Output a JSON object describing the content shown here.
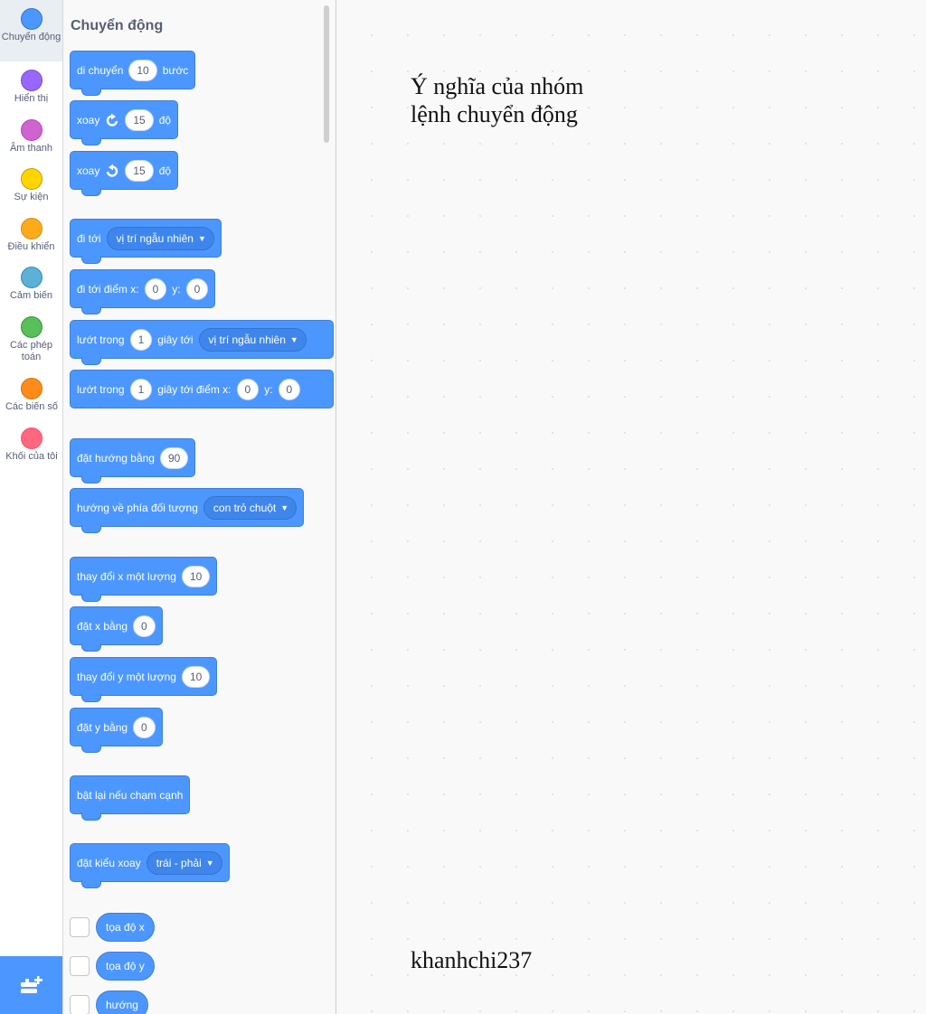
{
  "categories": [
    {
      "label": "Chuyển động",
      "color": "#4c97ff",
      "border": "#3373cc",
      "icon": "motion-category-icon"
    },
    {
      "label": "Hiển thị",
      "color": "#9966ff",
      "border": "#774dcb",
      "icon": "looks-category-icon"
    },
    {
      "label": "Âm thanh",
      "color": "#cf63cf",
      "border": "#bd42bd",
      "icon": "sound-category-icon"
    },
    {
      "label": "Sự kiện",
      "color": "#ffd500",
      "border": "#cc9900",
      "icon": "events-category-icon"
    },
    {
      "label": "Điều khiển",
      "color": "#ffab19",
      "border": "#cf8b17",
      "icon": "control-category-icon"
    },
    {
      "label": "Cảm biến",
      "color": "#5cb1d6",
      "border": "#2e8eb8",
      "icon": "sensing-category-icon"
    },
    {
      "label": "Các phép toán",
      "color": "#59c059",
      "border": "#389438",
      "icon": "operators-category-icon"
    },
    {
      "label": "Các biến số",
      "color": "#ff8c1a",
      "border": "#db6e00",
      "icon": "variables-category-icon"
    },
    {
      "label": "Khối của tôi",
      "color": "#ff6680",
      "border": "#ff4d6a",
      "icon": "my-blocks-category-icon"
    }
  ],
  "extension_button_icon": "add-extension-icon",
  "palette": {
    "title": "Chuyển động",
    "move": {
      "label": "di chuyển",
      "value": "10",
      "suffix": "bước"
    },
    "turn_right": {
      "label": "xoay",
      "icon": "rotate-clockwise-icon",
      "value": "15",
      "suffix": "độ"
    },
    "turn_left": {
      "label": "xoay",
      "icon": "rotate-counterclockwise-icon",
      "value": "15",
      "suffix": "độ"
    },
    "goto": {
      "label": "đi tới",
      "option": "vị trí ngẫu nhiên"
    },
    "goto_xy": {
      "label": "đi tới điểm x:",
      "x": "0",
      "ylabel": "y:",
      "y": "0"
    },
    "glide": {
      "label": "lướt trong",
      "secs": "1",
      "mid": "giây tới",
      "option": "vị trí ngẫu nhiên"
    },
    "glide_xy": {
      "label": "lướt trong",
      "secs": "1",
      "mid": "giây tới điểm x:",
      "x": "0",
      "ylabel": "y:",
      "y": "0"
    },
    "point_dir": {
      "label": "đặt hướng bằng",
      "value": "90"
    },
    "point_towards": {
      "label": "hướng về phía đối tượng",
      "option": "con trỏ chuột"
    },
    "change_x": {
      "label": "thay đổi x một lượng",
      "value": "10"
    },
    "set_x": {
      "label": "đặt x bằng",
      "value": "0"
    },
    "change_y": {
      "label": "thay đổi y một lượng",
      "value": "10"
    },
    "set_y": {
      "label": "đặt y bằng",
      "value": "0"
    },
    "bounce": {
      "label": "bật lại nếu chạm cạnh"
    },
    "rotation_style": {
      "label": "đặt kiểu xoay",
      "option": "trái - phải"
    },
    "reporters": [
      "tọa độ x",
      "tọa độ y",
      "hướng"
    ]
  },
  "workspace": {
    "note_line1": "Ý nghĩa của nhóm",
    "note_line2": "lệnh chuyển động",
    "watermark": "khanhchi237"
  }
}
